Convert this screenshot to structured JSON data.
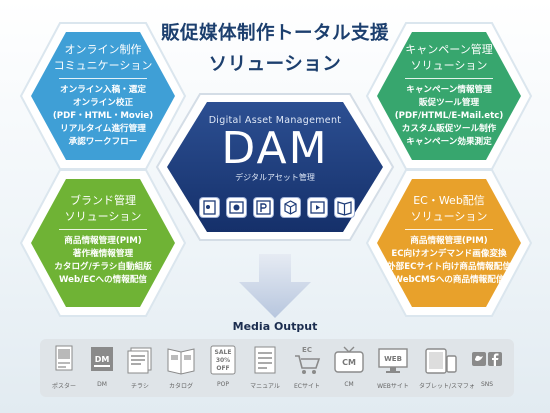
{
  "header": {
    "title_line1": "販促媒体制作トータル支援",
    "title_line2": "ソリューション"
  },
  "hexes": {
    "online": {
      "heading1": "オンライン制作",
      "heading2": "コミュニケーション",
      "items": [
        "オンライン入稿・選定",
        "オンライン校正",
        "(PDF・HTML・Movie)",
        "リアルタイム進行管理",
        "承認ワークフロー"
      ],
      "color": "#3f9fd6"
    },
    "campaign": {
      "heading1": "キャンペーン管理",
      "heading2": "ソリューション",
      "items": [
        "キャンペーン情報管理",
        "販促ツール管理",
        "(PDF/HTML/E-Mail.etc)",
        "カスタム販促ツール制作",
        "キャンペーン効果測定"
      ],
      "color": "#37a66e"
    },
    "brand": {
      "heading1": "ブランド管理",
      "heading2": "ソリューション",
      "items": [
        "商品情報管理(PIM)",
        "著作権情報管理",
        "カタログ/チラシ自動組版",
        "Web/ECへの情報配信"
      ],
      "color": "#6fb335"
    },
    "ecweb": {
      "heading1": "EC・Web配信",
      "heading2": "ソリューション",
      "items": [
        "商品情報管理(PIM)",
        "EC向けオンデマンド画像変換",
        "外部ECサイト向け商品情報配信",
        "WebCMSへの商品情報配信"
      ],
      "color": "#e8a12b"
    }
  },
  "dam": {
    "caption": "Digital Asset Management",
    "title": "DAM",
    "subtitle": "デジタルアセット管理",
    "color": "#1e3c78"
  },
  "media": {
    "label": "Media Output",
    "items": [
      {
        "label": "ポスター",
        "icon": "poster-icon"
      },
      {
        "label": "DM",
        "icon": "dm-icon"
      },
      {
        "label": "チラシ",
        "icon": "flyer-icon"
      },
      {
        "label": "カタログ",
        "icon": "catalog-icon"
      },
      {
        "label": "POP",
        "icon": "pop-icon"
      },
      {
        "label": "マニュアル",
        "icon": "manual-icon"
      },
      {
        "label": "ECサイト",
        "icon": "ec-site-icon"
      },
      {
        "label": "CM",
        "icon": "cm-icon"
      },
      {
        "label": "WEBサイト",
        "icon": "web-site-icon"
      },
      {
        "label": "タブレット/スマフォ",
        "icon": "tablet-smartphone-icon"
      },
      {
        "label": "SNS",
        "icon": "sns-icon"
      }
    ],
    "icon_texts": {
      "dm": "DM",
      "sale": "SALE",
      "off_pct": "30%",
      "off": "OFF",
      "ec": "EC",
      "cm": "CM",
      "web": "WEB"
    }
  }
}
